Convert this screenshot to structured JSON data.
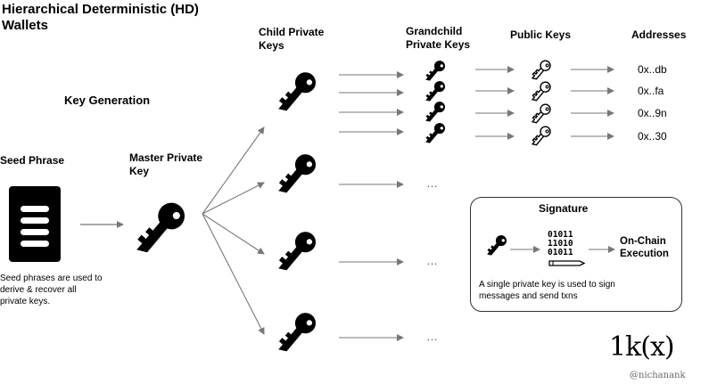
{
  "title": "Hierarchical Deterministic (HD) Wallets",
  "sections": {
    "key_generation": "Key Generation",
    "seed_phrase": "Seed Phrase",
    "master_private_key": "Master Private Key",
    "child_private_keys": "Child Private Keys",
    "grandchild_private_keys": "Grandchild Private Keys",
    "public_keys": "Public Keys",
    "addresses": "Addresses"
  },
  "seed_note": "Seed phrases are used to derive & recover all private keys.",
  "addresses_list": [
    "0x..db",
    "0x..fa",
    "0x..9n",
    "0x..30"
  ],
  "ellipsis": "…",
  "signature": {
    "title": "Signature",
    "binary": [
      "01011",
      "11010",
      "01011"
    ],
    "result": "On-Chain Execution",
    "note": "A single private key is used to sign messages and send txns"
  },
  "brand": {
    "logo": "1k(x)",
    "handle": "@nichanank"
  },
  "icons": [
    "document-icon",
    "key-icon",
    "key-outline-icon",
    "pen-icon",
    "arrow-icon"
  ]
}
